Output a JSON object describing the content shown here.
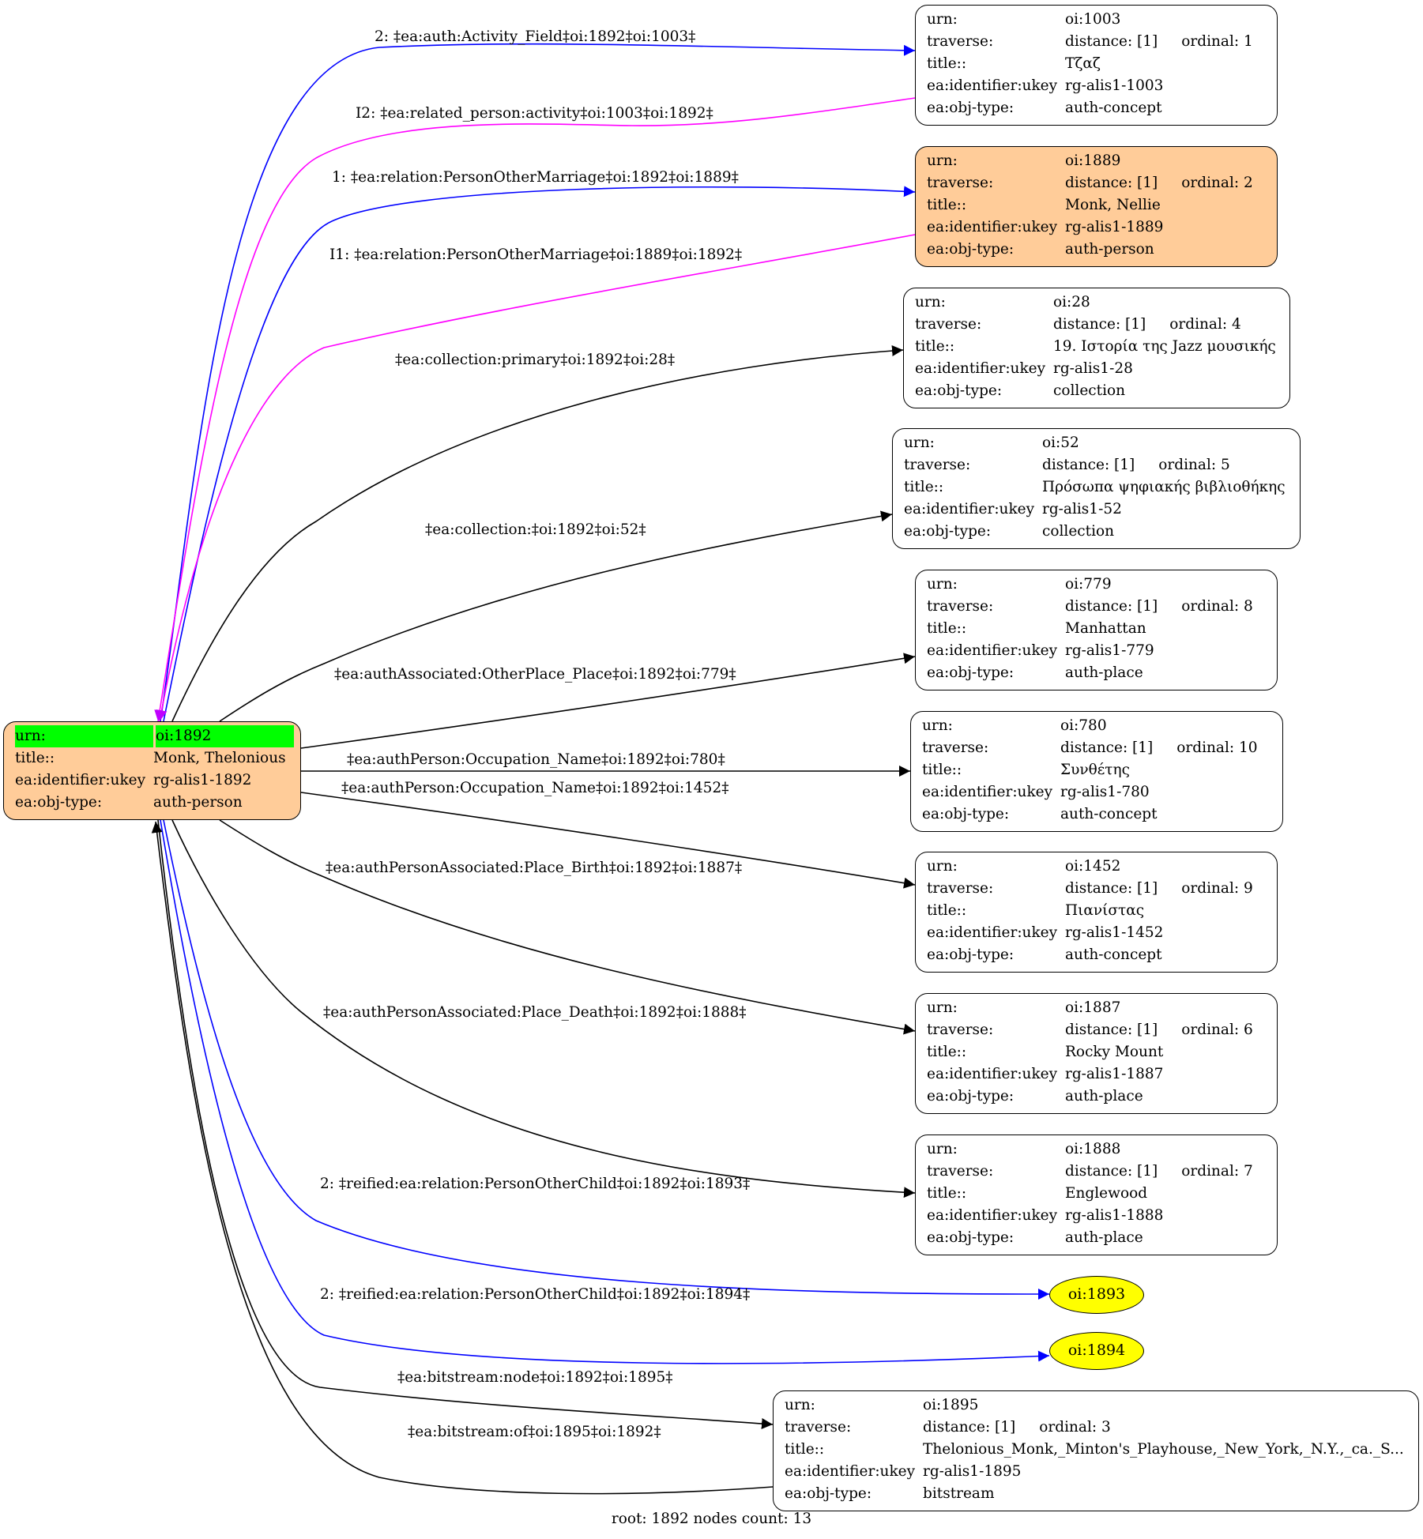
{
  "root": {
    "rows": [
      {
        "k": "urn:",
        "v": "oi:1892"
      },
      {
        "k": "title::",
        "v": "Monk, Thelonious"
      },
      {
        "k": "ea:identifier:ukey",
        "v": "rg-alis1-1892"
      },
      {
        "k": "ea:obj-type:",
        "v": "auth-person"
      }
    ]
  },
  "nodes": [
    {
      "id": "n1003",
      "urn": "oi:1003",
      "distance": "distance: [1]",
      "ordinal": "ordinal: 1",
      "title": "Τζαζ",
      "ukey": "rg-alis1-1003",
      "type": "auth-concept"
    },
    {
      "id": "n1889",
      "urn": "oi:1889",
      "distance": "distance: [1]",
      "ordinal": "ordinal: 2",
      "title": "Monk, Nellie",
      "ukey": "rg-alis1-1889",
      "type": "auth-person"
    },
    {
      "id": "n28",
      "urn": "oi:28",
      "distance": "distance: [1]",
      "ordinal": "ordinal: 4",
      "title": "19. Ιστορία της Jazz μουσικής",
      "ukey": "rg-alis1-28",
      "type": "collection"
    },
    {
      "id": "n52",
      "urn": "oi:52",
      "distance": "distance: [1]",
      "ordinal": "ordinal: 5",
      "title": "Πρόσωπα ψηφιακής βιβλιοθήκης",
      "ukey": "rg-alis1-52",
      "type": "collection"
    },
    {
      "id": "n779",
      "urn": "oi:779",
      "distance": "distance: [1]",
      "ordinal": "ordinal: 8",
      "title": "Manhattan",
      "ukey": "rg-alis1-779",
      "type": "auth-place"
    },
    {
      "id": "n780",
      "urn": "oi:780",
      "distance": "distance: [1]",
      "ordinal": "ordinal: 10",
      "title": "Συνθέτης",
      "ukey": "rg-alis1-780",
      "type": "auth-concept"
    },
    {
      "id": "n1452",
      "urn": "oi:1452",
      "distance": "distance: [1]",
      "ordinal": "ordinal: 9",
      "title": "Πιανίστας",
      "ukey": "rg-alis1-1452",
      "type": "auth-concept"
    },
    {
      "id": "n1887",
      "urn": "oi:1887",
      "distance": "distance: [1]",
      "ordinal": "ordinal: 6",
      "title": "Rocky Mount",
      "ukey": "rg-alis1-1887",
      "type": "auth-place"
    },
    {
      "id": "n1888",
      "urn": "oi:1888",
      "distance": "distance: [1]",
      "ordinal": "ordinal: 7",
      "title": "Englewood",
      "ukey": "rg-alis1-1888",
      "type": "auth-place"
    },
    {
      "id": "n1895",
      "urn": "oi:1895",
      "distance": "distance: [1]",
      "ordinal": "ordinal: 3",
      "title": "Thelonious_Monk,_Minton's_Playhouse,_New_York,_N.Y.,_ca._S...",
      "ukey": "rg-alis1-1895",
      "type": "bitstream"
    }
  ],
  "row_keys": {
    "urn": "urn:",
    "traverse": "traverse:",
    "title": "title::",
    "ukey": "ea:identifier:ukey",
    "type": "ea:obj-type:"
  },
  "ellipses": [
    {
      "id": "e1893",
      "label": "oi:1893"
    },
    {
      "id": "e1894",
      "label": "oi:1894"
    }
  ],
  "edge_labels": {
    "activity_field": "2: ‡ea:auth:Activity_Field‡oi:1892‡oi:1003‡",
    "related_person": "I2: ‡ea:related_person:activity‡oi:1003‡oi:1892‡",
    "marriage_out": "1: ‡ea:relation:PersonOtherMarriage‡oi:1892‡oi:1889‡",
    "marriage_in": "I1: ‡ea:relation:PersonOtherMarriage‡oi:1889‡oi:1892‡",
    "collection_primary": "‡ea:collection:primary‡oi:1892‡oi:28‡",
    "collection": "‡ea:collection:‡oi:1892‡oi:52‡",
    "other_place": "‡ea:authAssociated:OtherPlace_Place‡oi:1892‡oi:779‡",
    "occupation_780": "‡ea:authPerson:Occupation_Name‡oi:1892‡oi:780‡",
    "occupation_1452": "‡ea:authPerson:Occupation_Name‡oi:1892‡oi:1452‡",
    "place_birth": "‡ea:authPersonAssociated:Place_Birth‡oi:1892‡oi:1887‡",
    "place_death": "‡ea:authPersonAssociated:Place_Death‡oi:1892‡oi:1888‡",
    "child_1893": "2: ‡reified:ea:relation:PersonOtherChild‡oi:1892‡oi:1893‡",
    "child_1894": "2: ‡reified:ea:relation:PersonOtherChild‡oi:1892‡oi:1894‡",
    "bitstream_node": "‡ea:bitstream:node‡oi:1892‡oi:1895‡",
    "bitstream_of": "‡ea:bitstream:of‡oi:1895‡oi:1892‡"
  },
  "colors": {
    "blue": "#0000ff",
    "magenta": "#ff00ff",
    "black": "#000000",
    "root_fill": "#ffcc99",
    "highlight": "#00ff00",
    "ellipse_fill": "#ffff00"
  },
  "footer": "root: 1892 nodes count: 13"
}
